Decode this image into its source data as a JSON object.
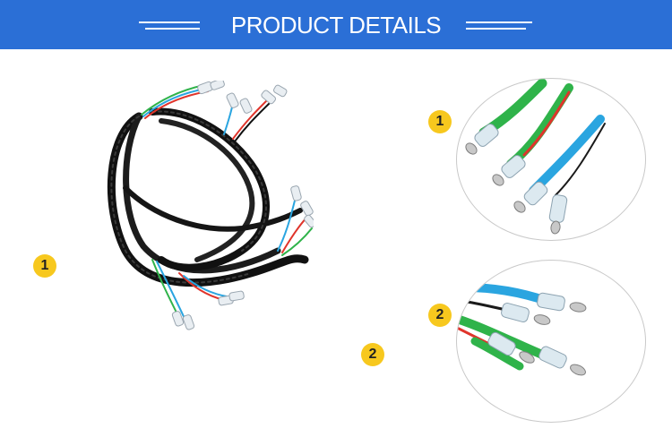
{
  "header": {
    "title": "PRODUCT DETAILS",
    "background": "#2b6fd6",
    "text_color": "#ffffff"
  },
  "product_image": {
    "icon": "wire-harness-icon",
    "badge_label": "1"
  },
  "details": [
    {
      "badge_label": "1",
      "icon": "bullet-connector-closeup-icon"
    },
    {
      "badge_label": "2",
      "icon": "bullet-connector-closeup-icon"
    }
  ],
  "standalone_badge": {
    "label": "2"
  },
  "colors": {
    "badge": "#f7c81e",
    "wire_green": "#2fb34a",
    "wire_red": "#e0342b",
    "wire_blue": "#2aa5e0",
    "wire_black": "#1a1a1a"
  }
}
